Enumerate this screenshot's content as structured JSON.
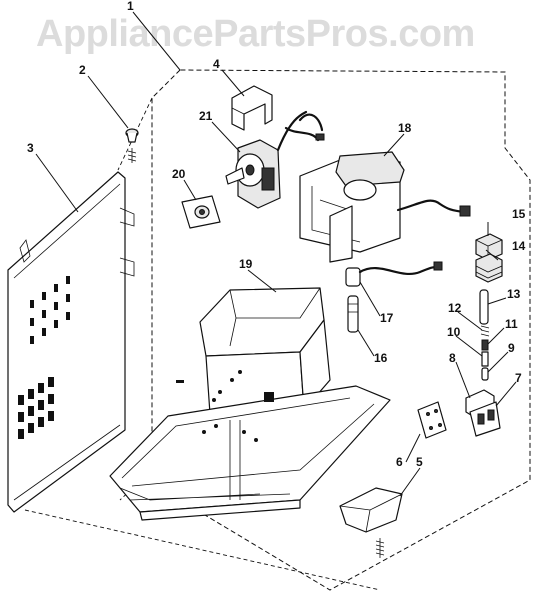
{
  "watermark": "AppliancePartsPros.com",
  "callouts": [
    {
      "id": "1",
      "text": "1"
    },
    {
      "id": "2",
      "text": "2"
    },
    {
      "id": "3",
      "text": "3"
    },
    {
      "id": "4",
      "text": "4"
    },
    {
      "id": "5",
      "text": "5"
    },
    {
      "id": "6",
      "text": "6"
    },
    {
      "id": "7",
      "text": "7"
    },
    {
      "id": "8",
      "text": "8"
    },
    {
      "id": "9",
      "text": "9"
    },
    {
      "id": "10",
      "text": "10"
    },
    {
      "id": "11",
      "text": "11"
    },
    {
      "id": "12",
      "text": "12"
    },
    {
      "id": "13",
      "text": "13"
    },
    {
      "id": "14",
      "text": "14"
    },
    {
      "id": "15",
      "text": "15"
    },
    {
      "id": "16",
      "text": "16"
    },
    {
      "id": "17",
      "text": "17"
    },
    {
      "id": "18",
      "text": "18"
    },
    {
      "id": "19",
      "text": "19"
    },
    {
      "id": "20",
      "text": "20"
    },
    {
      "id": "21",
      "text": "21"
    }
  ]
}
